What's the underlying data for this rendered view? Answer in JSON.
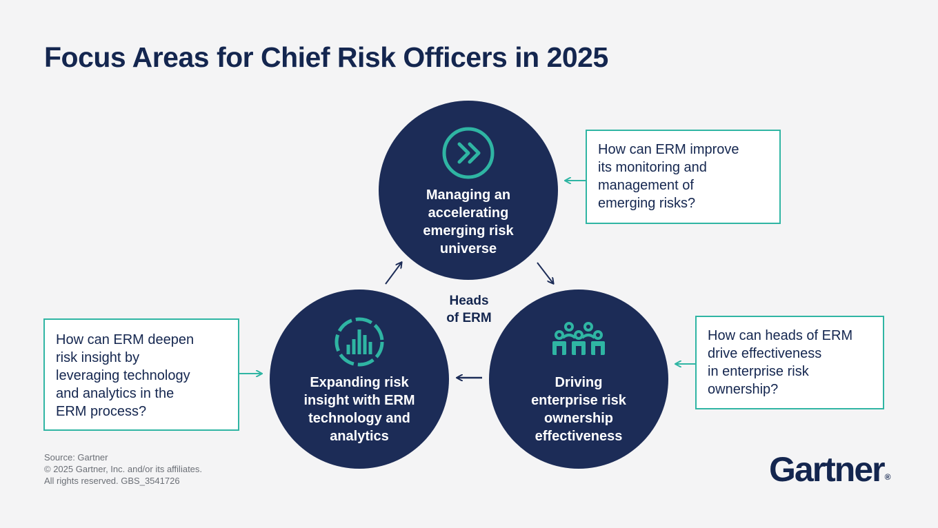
{
  "title": "Focus Areas for Chief Risk Officers in 2025",
  "center_label": "Heads\nof ERM",
  "circles": {
    "top": {
      "label": "Managing an\naccelerating\nemerging risk\nuniverse",
      "icon": "double-chevron-right-icon"
    },
    "left": {
      "label": "Expanding risk\ninsight with ERM\ntechnology and\nanalytics",
      "icon": "analytics-chart-icon"
    },
    "right": {
      "label": "Driving\nenterprise risk\nownership\neffectiveness",
      "icon": "people-group-icon"
    }
  },
  "questions": {
    "top": "How can ERM improve\nits monitoring and\nmanagement of\nemerging risks?",
    "left": "How can ERM deepen\nrisk insight by\nleveraging technology\nand analytics in the\nERM process?",
    "right": "How can heads of ERM\ndrive effectiveness\nin enterprise risk\nownership?"
  },
  "footer": {
    "source": "Source: Gartner",
    "copyright": "© 2025 Gartner, Inc. and/or its affiliates.",
    "rights": "All rights reserved. GBS_3541726"
  },
  "logo": {
    "text": "Gartner",
    "mark": "®"
  },
  "colors": {
    "navy": "#1c2c57",
    "teal": "#2fb5a3",
    "background": "#f4f4f5"
  }
}
